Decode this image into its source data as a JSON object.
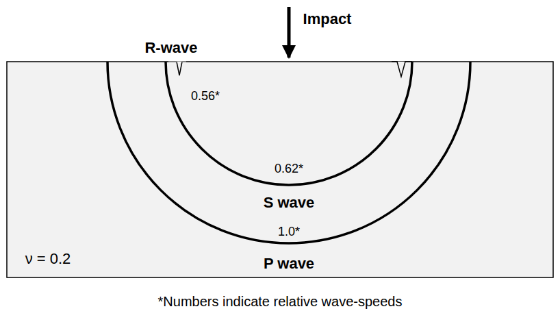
{
  "diagram": {
    "caption": "*Numbers indicate relative wave-speeds",
    "labels": [
      "Impact",
      "R-wave",
      "0.56*",
      "0.62*",
      "S wave",
      "1.0*",
      "P wave",
      "ν = 0.2"
    ]
  }
}
